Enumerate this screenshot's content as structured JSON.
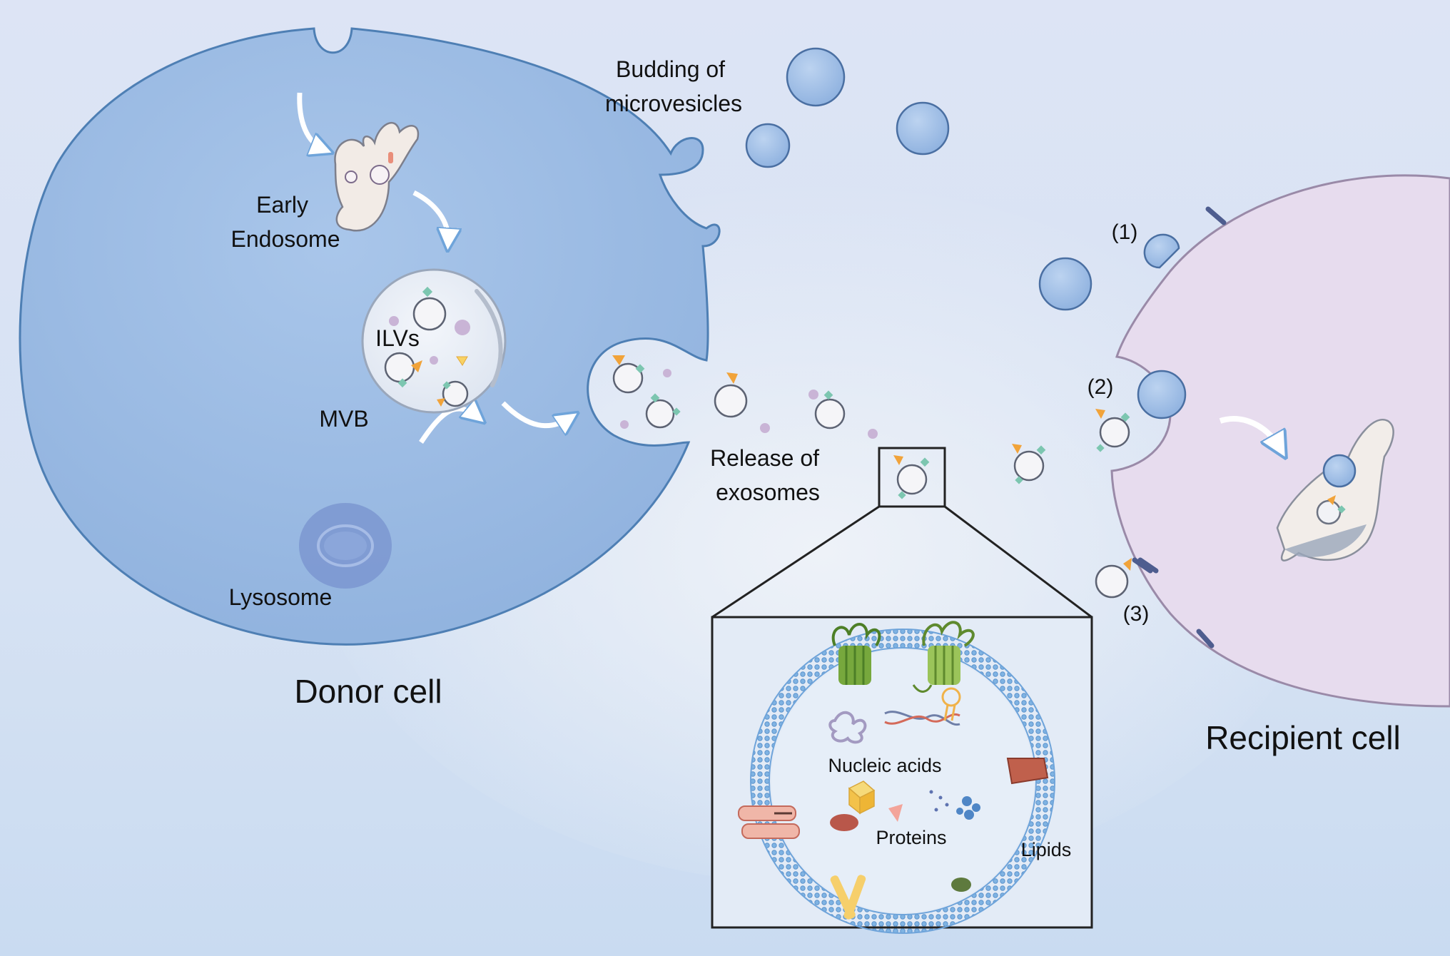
{
  "labels": {
    "budding": [
      "Budding of",
      "microvesicles"
    ],
    "early_endosome": [
      "Early",
      "Endosome"
    ],
    "ilvs": "ILVs",
    "mvb": "MVB",
    "lysosome": "Lysosome",
    "release": [
      "Release of",
      "exosomes"
    ],
    "donor_cell": "Donor cell",
    "recipient_cell": "Recipient cell",
    "route_1": "(1)",
    "route_2": "(2)",
    "route_3": "(3)",
    "nucleic_acids": "Nucleic acids",
    "proteins": "Proteins",
    "lipids": "Lipids"
  },
  "colors": {
    "donor_cell": "#9fbde3",
    "recipient_cell": "#eadcec",
    "microvesicle": "#a9c4e8",
    "membrane": "#6fa4da",
    "receptor": "#7ea84a",
    "ligand_orange": "#f1a33a",
    "ligand_teal": "#7cc6b0"
  }
}
